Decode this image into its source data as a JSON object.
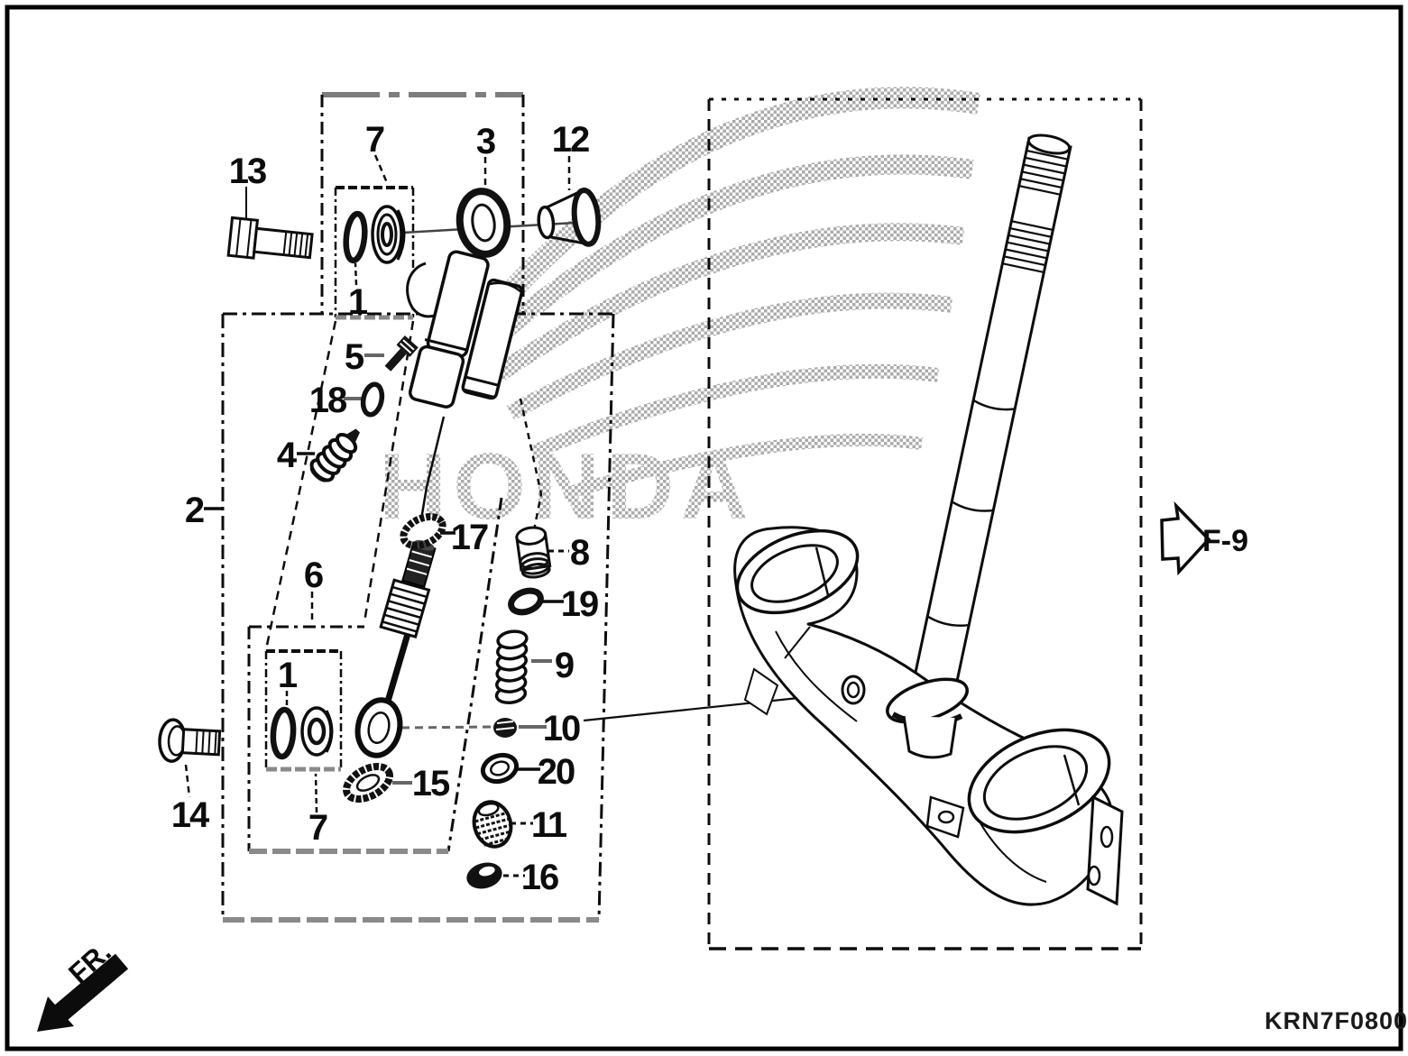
{
  "figure": {
    "code": "KRN7F0800",
    "watermark": "HONDA",
    "fr_label": "FR.",
    "ref_label": "F-9"
  },
  "parts": [
    {
      "label": "1"
    },
    {
      "label": "2"
    },
    {
      "label": "3"
    },
    {
      "label": "4"
    },
    {
      "label": "5"
    },
    {
      "label": "6"
    },
    {
      "label": "7"
    },
    {
      "label": "8"
    },
    {
      "label": "9"
    },
    {
      "label": "10"
    },
    {
      "label": "11"
    },
    {
      "label": "12"
    },
    {
      "label": "13"
    },
    {
      "label": "14"
    },
    {
      "label": "15"
    },
    {
      "label": "16"
    },
    {
      "label": "17"
    },
    {
      "label": "18"
    },
    {
      "label": "19"
    },
    {
      "label": "20"
    }
  ]
}
